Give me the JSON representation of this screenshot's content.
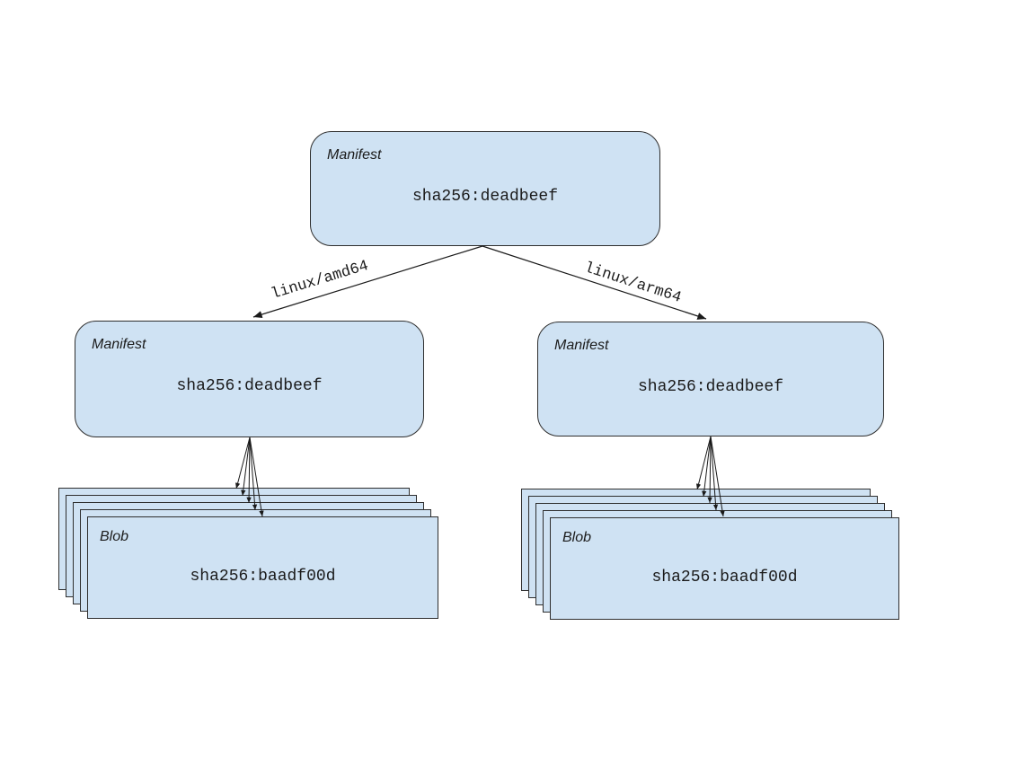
{
  "colors": {
    "background": "#ffffff",
    "node_fill": "#cfe2f3",
    "node_border": "#2e2e2e",
    "arrow": "#1a1a1a",
    "text": "#1b1b1b"
  },
  "nodes": {
    "root_manifest": {
      "type_label": "Manifest",
      "digest": "sha256:deadbeef"
    },
    "amd64_manifest": {
      "type_label": "Manifest",
      "digest": "sha256:deadbeef"
    },
    "arm64_manifest": {
      "type_label": "Manifest",
      "digest": "sha256:deadbeef"
    },
    "amd64_blobs": {
      "type_label": "Blob",
      "digest": "sha256:baadf00d",
      "stack_count": 5
    },
    "arm64_blobs": {
      "type_label": "Blob",
      "digest": "sha256:baadf00d",
      "stack_count": 5
    }
  },
  "edges": {
    "amd64": {
      "label": "linux/amd64"
    },
    "arm64": {
      "label": "linux/arm64"
    }
  }
}
